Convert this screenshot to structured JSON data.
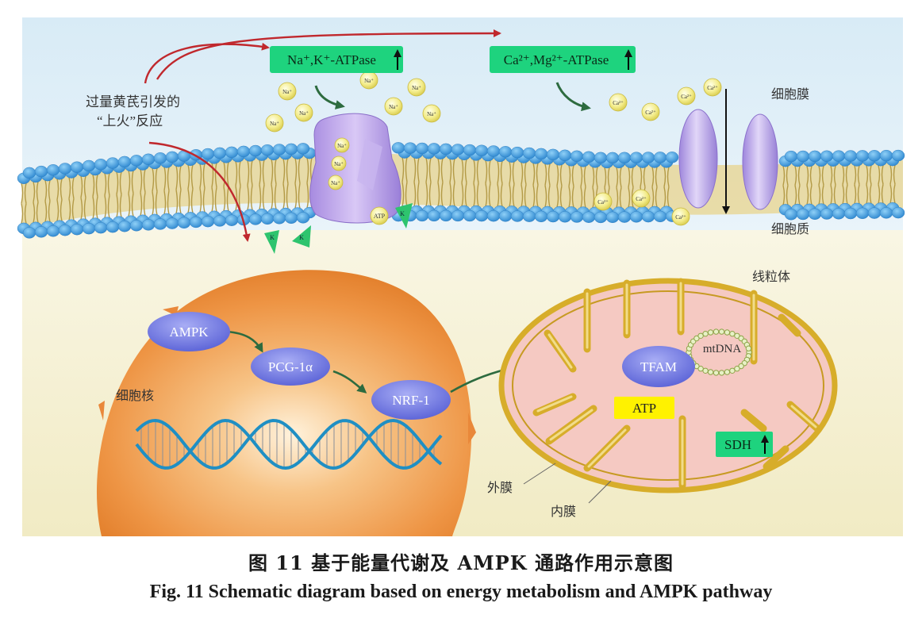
{
  "figure": {
    "caption_cn": "图 11    基于能量代谢及 AMPK 通路作用示意图",
    "caption_en": "Fig. 11    Schematic diagram based on energy metabolism and AMPK pathway"
  },
  "labels": {
    "trigger": "过量黄芪引发的",
    "trigger2": "“上火”反应",
    "membrane": "细胞膜",
    "cytoplasm": "细胞质",
    "nucleus": "细胞核",
    "mitochondria": "线粒体",
    "outer_membrane": "外膜",
    "inner_membrane": "内膜",
    "mtdna": "mtDNA"
  },
  "boxes": {
    "na_k_atpase": "Na⁺,K⁺-ATPase",
    "ca_mg_atpase": "Ca²⁺,Mg²⁺-ATPase",
    "sdh": "SDH",
    "atp": "ATP"
  },
  "nodes": {
    "ampk": "AMPK",
    "pgc": "PCG-1α",
    "nrf": "NRF-1",
    "tfam": "TFAM"
  },
  "ions": {
    "na": "Na⁺",
    "k": "K⁺",
    "ca": "Ca²⁺",
    "atp": "ATP"
  },
  "colors": {
    "top_bg": "#d9ecf7",
    "cyto_bg": "#f6f1d2",
    "lipid_head": "#3d9ee0",
    "nucleus": "#ee9a4a",
    "node_fill": "#6b73e0",
    "box_fill": "#1ed37e",
    "red_arrow": "#c0282d",
    "green_arrow": "#2d6b3f",
    "mito_fill": "#f5c9c2",
    "mito_membrane": "#d7ad2a",
    "dna": "#1f8fc4"
  }
}
